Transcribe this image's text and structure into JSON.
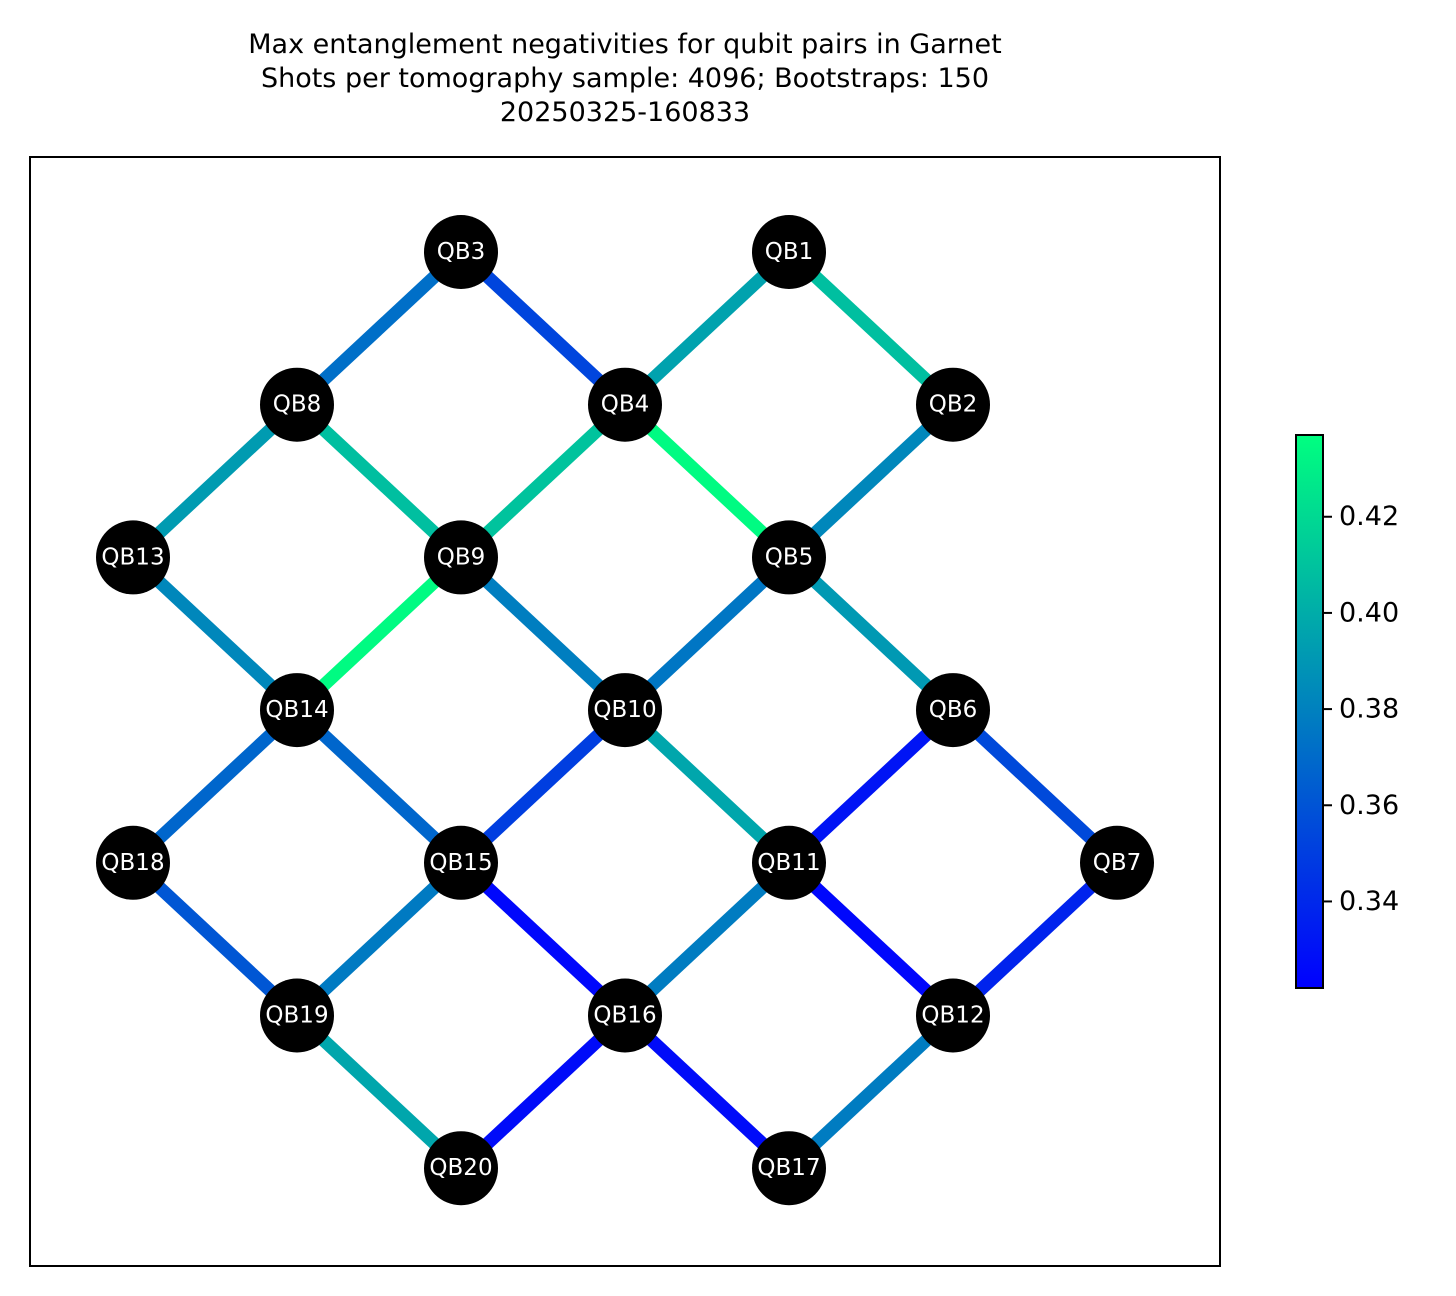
{
  "chart_data": {
    "type": "graph",
    "title": "Max entanglement negativities for qubit pairs in Garnet",
    "subtitle": "Shots per tomography sample: 4096; Bootstraps: 150",
    "timestamp": "20250325-160833",
    "nodes": [
      {
        "id": "QB1",
        "row": 0,
        "col": 4
      },
      {
        "id": "QB2",
        "row": 1,
        "col": 5
      },
      {
        "id": "QB3",
        "row": 0,
        "col": 2
      },
      {
        "id": "QB4",
        "row": 1,
        "col": 3
      },
      {
        "id": "QB5",
        "row": 2,
        "col": 4
      },
      {
        "id": "QB6",
        "row": 3,
        "col": 5
      },
      {
        "id": "QB7",
        "row": 4,
        "col": 6
      },
      {
        "id": "QB8",
        "row": 1,
        "col": 1
      },
      {
        "id": "QB9",
        "row": 2,
        "col": 2
      },
      {
        "id": "QB10",
        "row": 3,
        "col": 3
      },
      {
        "id": "QB11",
        "row": 4,
        "col": 4
      },
      {
        "id": "QB12",
        "row": 5,
        "col": 5
      },
      {
        "id": "QB13",
        "row": 2,
        "col": 0
      },
      {
        "id": "QB14",
        "row": 3,
        "col": 1
      },
      {
        "id": "QB15",
        "row": 4,
        "col": 2
      },
      {
        "id": "QB16",
        "row": 5,
        "col": 3
      },
      {
        "id": "QB17",
        "row": 6,
        "col": 4
      },
      {
        "id": "QB18",
        "row": 4,
        "col": 0
      },
      {
        "id": "QB19",
        "row": 5,
        "col": 1
      },
      {
        "id": "QB20",
        "row": 6,
        "col": 2
      }
    ],
    "edges": [
      {
        "source": "QB3",
        "target": "QB8",
        "value": 0.372
      },
      {
        "source": "QB3",
        "target": "QB4",
        "value": 0.353
      },
      {
        "source": "QB1",
        "target": "QB4",
        "value": 0.395
      },
      {
        "source": "QB1",
        "target": "QB2",
        "value": 0.408
      },
      {
        "source": "QB8",
        "target": "QB13",
        "value": 0.392
      },
      {
        "source": "QB8",
        "target": "QB9",
        "value": 0.408
      },
      {
        "source": "QB4",
        "target": "QB9",
        "value": 0.41
      },
      {
        "source": "QB4",
        "target": "QB5",
        "value": 0.435
      },
      {
        "source": "QB2",
        "target": "QB5",
        "value": 0.383
      },
      {
        "source": "QB13",
        "target": "QB14",
        "value": 0.383
      },
      {
        "source": "QB9",
        "target": "QB14",
        "value": 0.435
      },
      {
        "source": "QB9",
        "target": "QB10",
        "value": 0.379
      },
      {
        "source": "QB5",
        "target": "QB10",
        "value": 0.375
      },
      {
        "source": "QB5",
        "target": "QB6",
        "value": 0.391
      },
      {
        "source": "QB14",
        "target": "QB18",
        "value": 0.368
      },
      {
        "source": "QB14",
        "target": "QB15",
        "value": 0.368
      },
      {
        "source": "QB10",
        "target": "QB15",
        "value": 0.35
      },
      {
        "source": "QB10",
        "target": "QB11",
        "value": 0.397
      },
      {
        "source": "QB6",
        "target": "QB11",
        "value": 0.331
      },
      {
        "source": "QB6",
        "target": "QB7",
        "value": 0.355
      },
      {
        "source": "QB18",
        "target": "QB19",
        "value": 0.361
      },
      {
        "source": "QB15",
        "target": "QB19",
        "value": 0.377
      },
      {
        "source": "QB15",
        "target": "QB16",
        "value": 0.325
      },
      {
        "source": "QB11",
        "target": "QB16",
        "value": 0.378
      },
      {
        "source": "QB11",
        "target": "QB12",
        "value": 0.325
      },
      {
        "source": "QB7",
        "target": "QB12",
        "value": 0.338
      },
      {
        "source": "QB19",
        "target": "QB20",
        "value": 0.397
      },
      {
        "source": "QB16",
        "target": "QB20",
        "value": 0.327
      },
      {
        "source": "QB16",
        "target": "QB17",
        "value": 0.327
      },
      {
        "source": "QB12",
        "target": "QB17",
        "value": 0.378
      }
    ],
    "colorbar": {
      "colormap": "winter",
      "min": 0.322,
      "max": 0.437,
      "ticks": [
        0.34,
        0.36,
        0.38,
        0.4,
        0.42
      ],
      "tick_labels": [
        "0.34",
        "0.36",
        "0.38",
        "0.40",
        "0.42"
      ]
    },
    "node_color": "#000000",
    "label_color": "#ffffff"
  }
}
